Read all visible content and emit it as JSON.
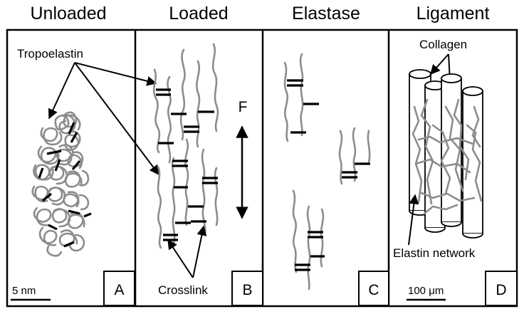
{
  "panels": [
    {
      "title": "Unloaded",
      "letter": "A",
      "label": "Tropoelastin",
      "scale_bar": "5 nm"
    },
    {
      "title": "Loaded",
      "letter": "B",
      "force_label": "F",
      "label": "Crosslink"
    },
    {
      "title": "Elastase",
      "letter": "C"
    },
    {
      "title": "Ligament",
      "letter": "D",
      "label_top": "Collagen",
      "label_bottom": "Elastin network",
      "scale_bar": "100 μm"
    }
  ]
}
